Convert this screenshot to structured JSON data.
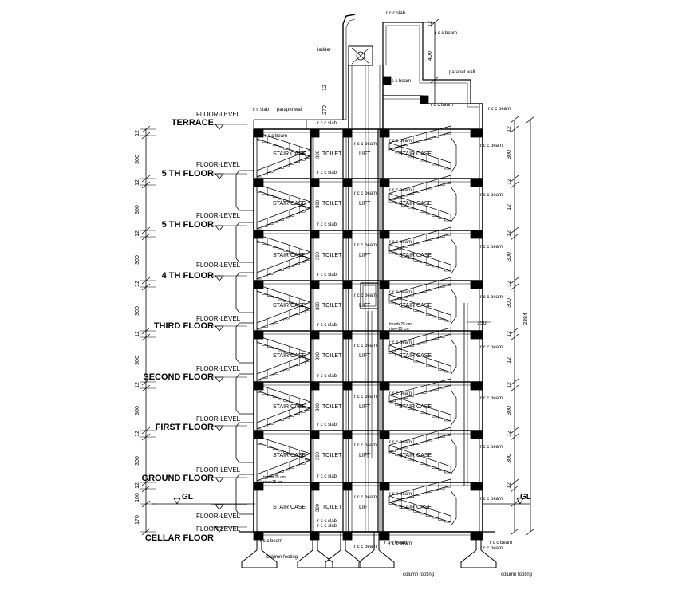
{
  "floor_level_label": "FLOOR-LEVEL",
  "floors": [
    {
      "name": "TERRACE"
    },
    {
      "name": "5 TH FLOOR"
    },
    {
      "name": "5 TH FLOOR"
    },
    {
      "name": "4 TH FLOOR"
    },
    {
      "name": "THIRD FLOOR"
    },
    {
      "name": "SECOND FLOOR"
    },
    {
      "name": "FIRST FLOOR"
    },
    {
      "name": "GROUND FLOOR"
    },
    {
      "name": "CELLAR FLOOR"
    }
  ],
  "rooms": {
    "stair": "STAIR CASE",
    "toilet": "TOILET",
    "lift": "LIFT"
  },
  "labels": {
    "rcc_slab": "r c c slab",
    "rcc_beam": "r c c beam",
    "parapet_wall": "parapet wall",
    "ladder": "ladder",
    "column_footing": "column footing",
    "gl": "GL",
    "tread": "tread=25 cm",
    "rise": "rise=15 cm"
  },
  "dims": {
    "d12": "12",
    "d300": "300",
    "d100": "100",
    "d170": "170",
    "d270": "270",
    "d400": "400",
    "d150": "150",
    "total": "2384"
  }
}
